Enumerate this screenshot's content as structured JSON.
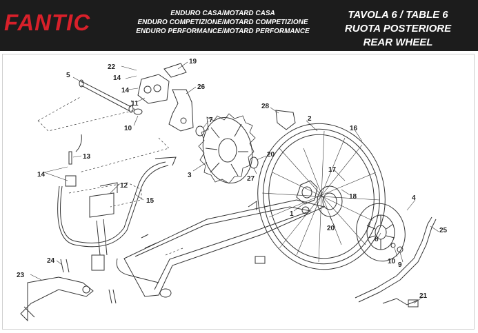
{
  "header": {
    "logo": "FANTIC",
    "models": [
      "ENDURO CASA/MOTARD CASA",
      "ENDURO COMPETIZIONE/MOTARD COMPETIZIONE",
      "ENDURO PERFORMANCE/MOTARD PERFORMANCE"
    ],
    "table": "TAVOLA 6  /  TABLE 6",
    "title_it": "RUOTA POSTERIORE",
    "title_en": "REAR WHEEL"
  },
  "colors": {
    "header_bg": "#1c1c1c",
    "logo_red": "#d8202a",
    "line": "#333333"
  },
  "callouts": [
    "1",
    "2",
    "4",
    "5",
    "7",
    "8",
    "9",
    "10",
    "10",
    "11",
    "12",
    "13",
    "14",
    "14",
    "14",
    "15",
    "16",
    "17",
    "18",
    "19",
    "20",
    "20",
    "21",
    "22",
    "23",
    "24",
    "25",
    "26",
    "27",
    "28",
    "3"
  ]
}
